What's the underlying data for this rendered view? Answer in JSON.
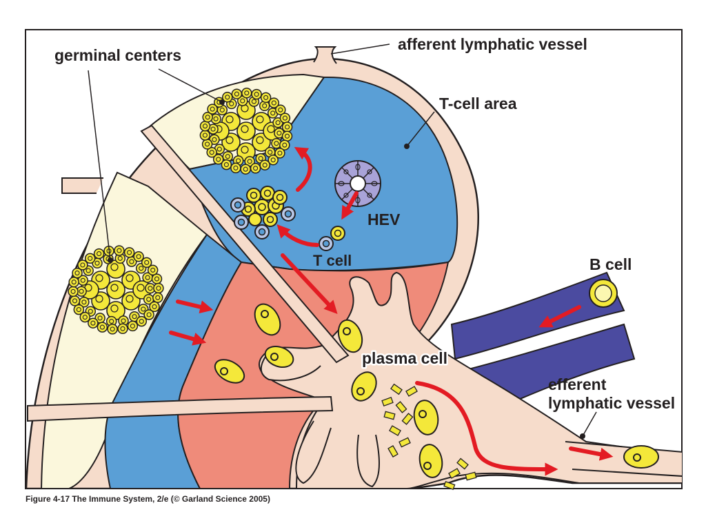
{
  "labels": {
    "germinal_centers": "germinal centers",
    "afferent_lymphatic_vessel": "afferent lymphatic vessel",
    "t_cell_area": "T-cell area",
    "hev": "HEV",
    "t_cell": "T cell",
    "b_cell": "B cell",
    "plasma_cell": "plasma cell",
    "efferent_line1": "efferent",
    "efferent_line2": "lymphatic vessel"
  },
  "caption": "Figure 4-17  The Immune System, 2/e (© Garland Science 2005)",
  "colors": {
    "capsule": "#f6dccb",
    "outline": "#231f20",
    "follicle": "#fbf7dc",
    "t_cell_area": "#5a9fd6",
    "medulla": "#ef8b7a",
    "cell_yellow": "#f4e83a",
    "t_cell_blue": "#b8c7e6",
    "hev_purple": "#a9a3d8",
    "vessel_blue": "#4b4ba0",
    "arrow_red": "#e31b23"
  }
}
